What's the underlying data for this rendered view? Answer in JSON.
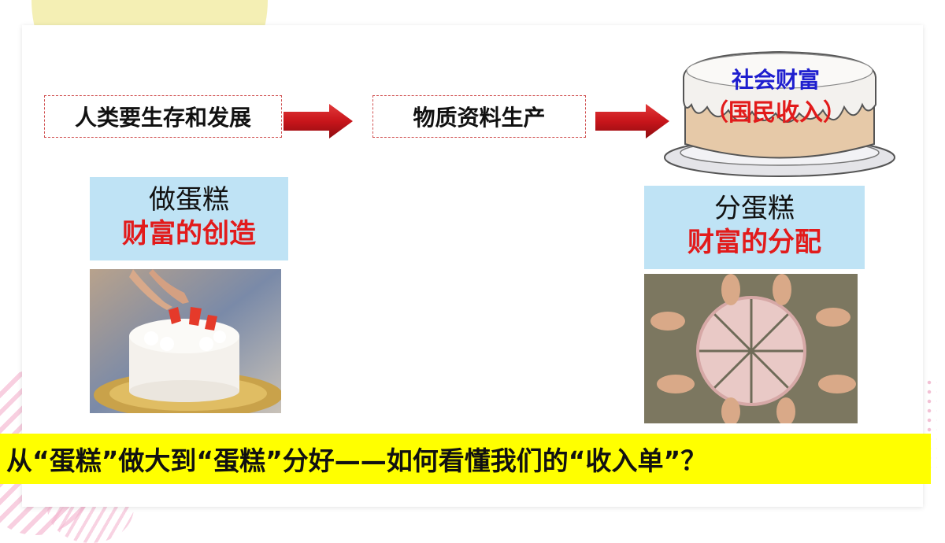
{
  "flow": {
    "step1": "人类要生存和发展",
    "step2": "物质资料生产",
    "result_line1": "社会财富",
    "result_line2": "（国民收入）"
  },
  "make_cake": {
    "title": "做蛋糕",
    "subtitle": "财富的创造"
  },
  "split_cake": {
    "title": "分蛋糕",
    "subtitle": "财富的分配"
  },
  "banner": {
    "text": "从“蛋糕”做大到“蛋糕”分好——如何看懂我们的“收入单”？"
  },
  "colors": {
    "arrow": "#c8151b",
    "banner_bg": "#ffff00",
    "label_bg": "#bfe3f5",
    "red_text": "#e21b1b",
    "blue_text": "#1f1fcf"
  }
}
